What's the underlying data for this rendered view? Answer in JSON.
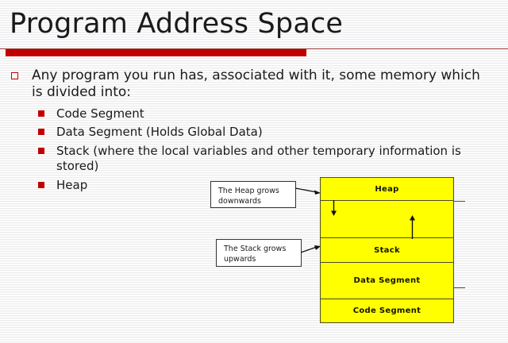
{
  "slide": {
    "title": "Program Address Space",
    "accent_color": "#c00000",
    "diagram_fill": "#ffff00"
  },
  "bullets": [
    {
      "level": 1,
      "marker": "hollow-red-square",
      "text": "Any program you run has, associated with it, some memory which is divided into:"
    },
    {
      "level": 2,
      "marker": "solid-red-square",
      "text": "Code Segment"
    },
    {
      "level": 2,
      "marker": "solid-red-square",
      "text": "Data Segment (Holds Global Data)"
    },
    {
      "level": 2,
      "marker": "solid-red-square",
      "text": "Stack (where the local variables and other temporary information is stored)"
    },
    {
      "level": 2,
      "marker": "solid-red-square",
      "text": "Heap"
    }
  ],
  "diagram": {
    "bands": [
      {
        "label": "Heap"
      },
      {
        "label": ""
      },
      {
        "label": "Stack"
      },
      {
        "label": "Data Segment"
      },
      {
        "label": "Code Segment"
      }
    ],
    "arrows": [
      {
        "name": "heap-growth-arrow",
        "direction": "down"
      },
      {
        "name": "stack-growth-arrow",
        "direction": "up"
      }
    ]
  },
  "callouts": [
    {
      "text": "The Heap grows downwards",
      "target": "Heap"
    },
    {
      "text": "The Stack grows upwards",
      "target": "Stack"
    }
  ]
}
